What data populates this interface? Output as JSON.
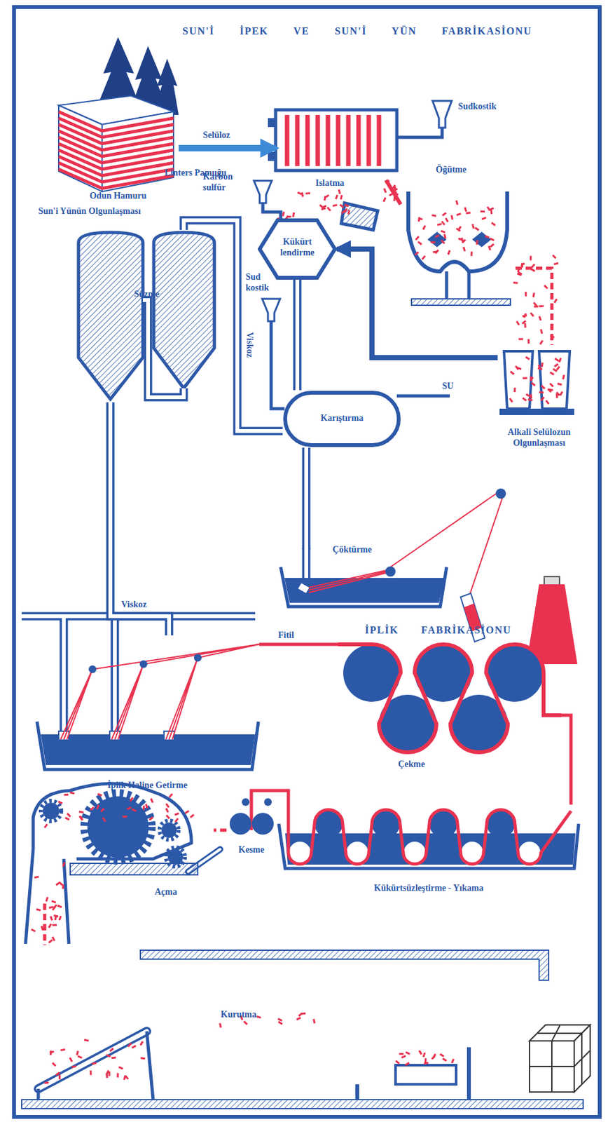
{
  "diagram": {
    "title": "SUN'İ İPEK VE SUN'İ YÜN FABRİKASİONU",
    "nodes": [
      {
        "text": [
          "Odun Hamuru"
        ]
      },
      {
        "text": [
          "Islatma"
        ]
      },
      {
        "text": [
          "Öğütme"
        ]
      },
      {
        "text": [
          "Alkali Selülozun Olgunlaşması"
        ]
      },
      {
        "text": [
          "Kükürt lendirme"
        ]
      },
      {
        "text": [
          "Karıştırma"
        ]
      },
      {
        "text": [
          "Süzme"
        ]
      },
      {
        "text": [
          "Çöktürme"
        ]
      },
      {
        "text": [
          "İplik Haline Getirme"
        ]
      },
      {
        "text": [
          "Çekme"
        ]
      },
      {
        "text": [
          "Kükürtsüzleştirme - Yıkama"
        ]
      },
      {
        "text": [
          "Kesme"
        ]
      },
      {
        "text": [
          "Açma"
        ]
      },
      {
        "text": [
          "Kurutma"
        ]
      }
    ],
    "edges": [
      {
        "from": 0,
        "to": 1,
        "label": "Selüloz",
        "arrow": "to"
      },
      {
        "from": 1,
        "to": 2,
        "arrow": "none"
      },
      {
        "from": 2,
        "to": 3,
        "arrow": "none"
      },
      {
        "from": 3,
        "to": 4,
        "arrow": "to"
      },
      {
        "from": 4,
        "to": 5,
        "arrow": "none"
      },
      {
        "from": 5,
        "to": 6,
        "label": "Viskoz",
        "arrow": "none"
      },
      {
        "from": 5,
        "to": 7,
        "arrow": "none"
      },
      {
        "from": 6,
        "to": 8,
        "label": "Viskoz",
        "arrow": "none"
      },
      {
        "from": 8,
        "to": 9,
        "label": "Fitil",
        "arrow": "none"
      },
      {
        "from": 9,
        "to": 10,
        "arrow": "none"
      },
      {
        "from": 10,
        "to": 11,
        "arrow": "none"
      },
      {
        "from": 11,
        "to": 12,
        "arrow": "none"
      },
      {
        "from": 12,
        "to": 13,
        "arrow": "none"
      }
    ],
    "labels": [
      "Linters Pamuğu",
      "Sudkostik",
      "Karbon sulfür",
      "Sun'i Yünün Olgunlaşması",
      "Sud kostik",
      "SU",
      "İPLİK FABRİKASİONU"
    ]
  }
}
